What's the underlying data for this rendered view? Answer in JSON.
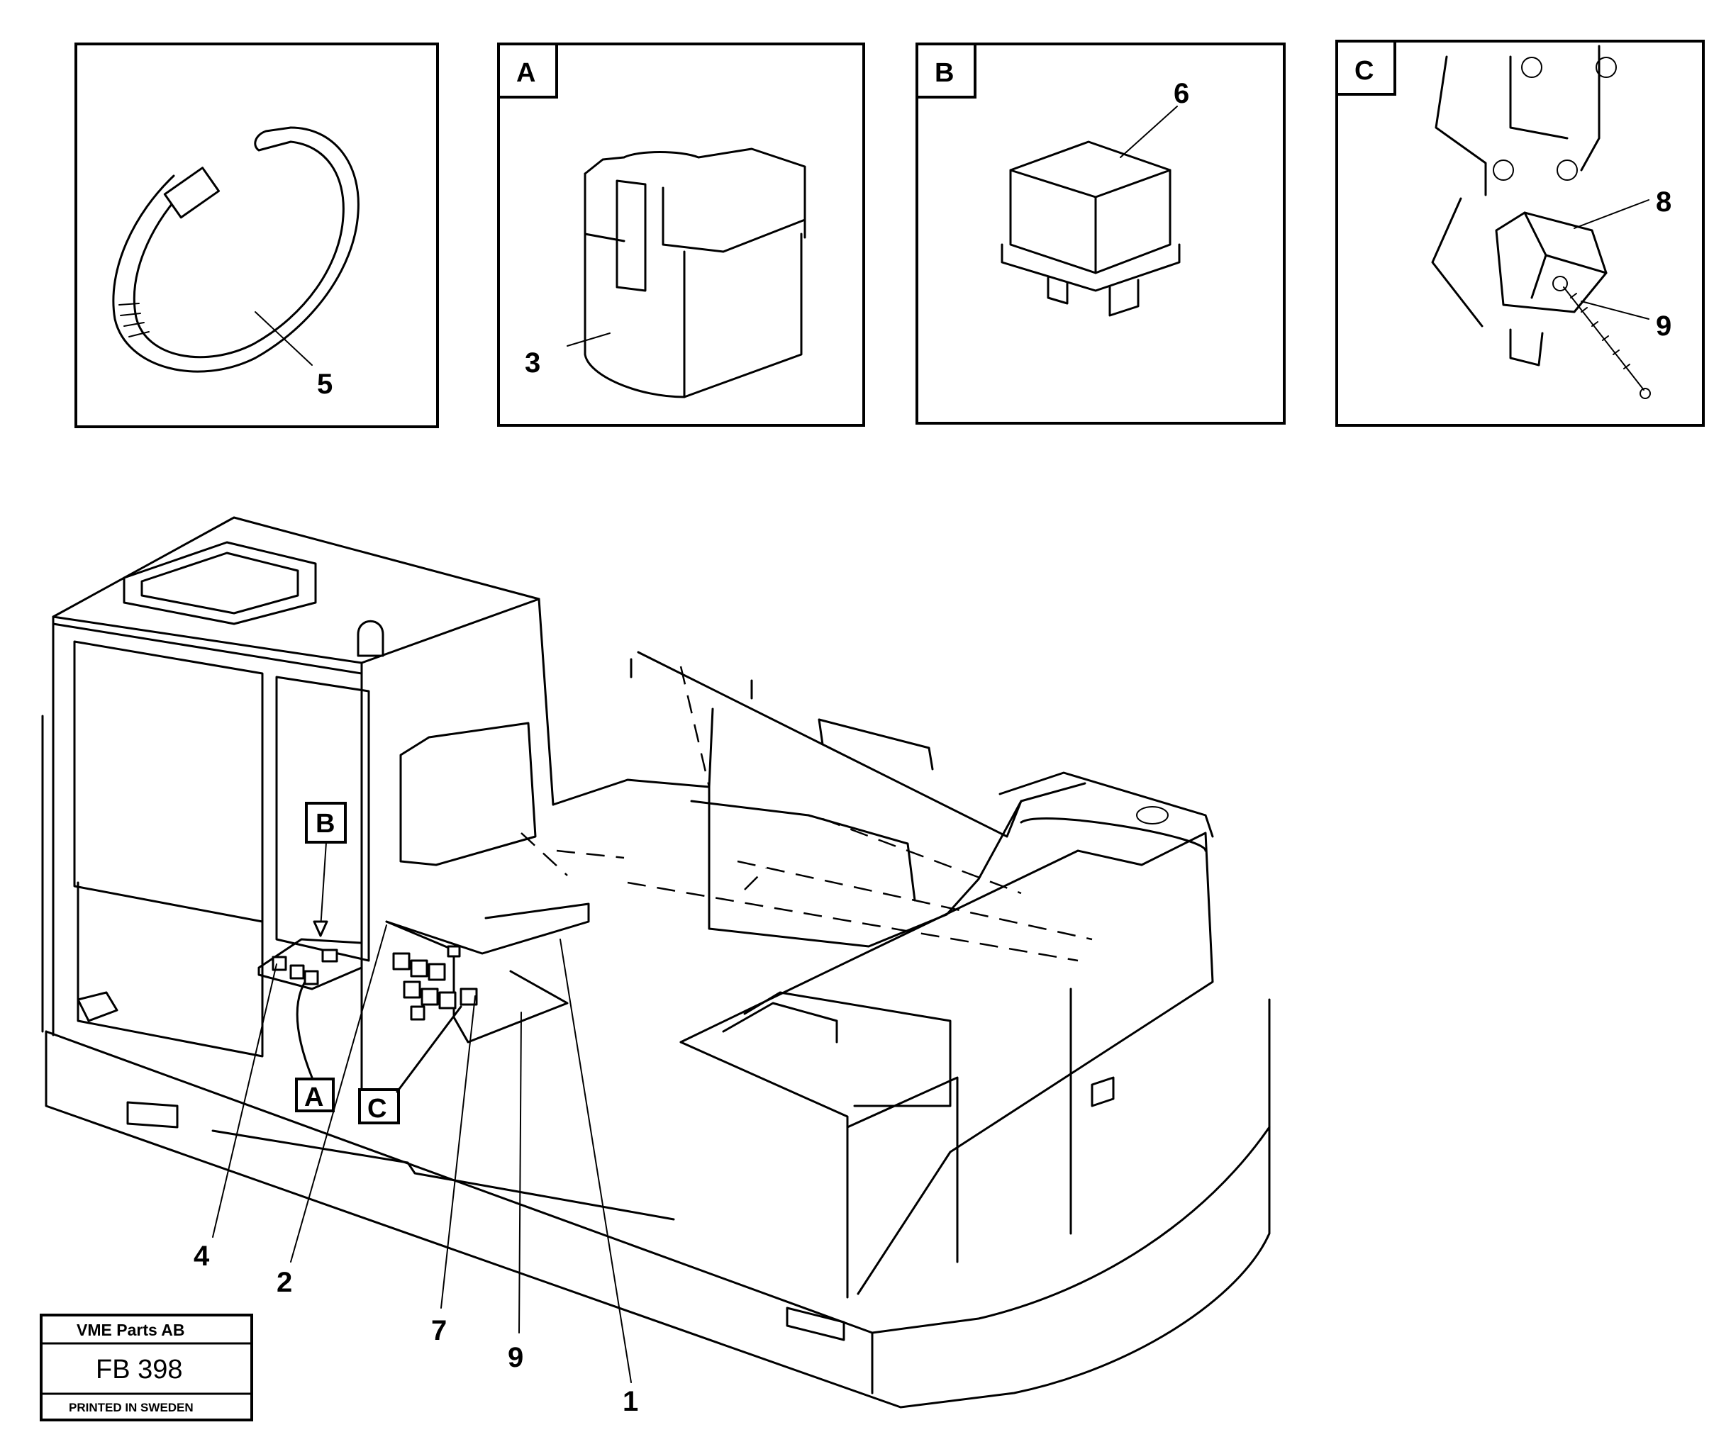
{
  "panels": [
    {
      "id": "panel-5",
      "letter": ""
    },
    {
      "id": "panel-A",
      "letter": "A"
    },
    {
      "id": "panel-B",
      "letter": "B"
    },
    {
      "id": "panel-C",
      "letter": "C"
    }
  ],
  "callouts": {
    "n1": "1",
    "n2": "2",
    "n3": "3",
    "n4": "4",
    "n5": "5",
    "n6": "6",
    "n7": "7",
    "n8": "8",
    "n9_detail": "9",
    "n9_main": "9"
  },
  "view_tags": {
    "a": "A",
    "b": "B",
    "c": "C"
  },
  "stamp": {
    "company": "VME Parts AB",
    "code": "FB 398",
    "printed": "PRINTED IN SWEDEN"
  }
}
